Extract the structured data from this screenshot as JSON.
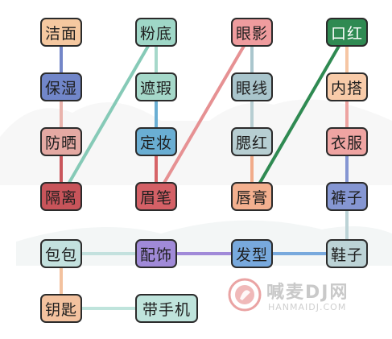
{
  "tiles": [
    {
      "id": "jiemian",
      "label": "洁面",
      "color": "#f5c8a0"
    },
    {
      "id": "baoshi",
      "label": "保湿",
      "color": "#7186c9"
    },
    {
      "id": "fangshai",
      "label": "防晒",
      "color": "#e4a9a3"
    },
    {
      "id": "geli",
      "label": "隔离",
      "color": "#c8545a"
    },
    {
      "id": "fendi",
      "label": "粉底",
      "color": "#9fd7c7"
    },
    {
      "id": "zhexia",
      "label": "遮瑕",
      "color": "#a5d8c9"
    },
    {
      "id": "dingzhuang",
      "label": "定妆",
      "color": "#6aaed3"
    },
    {
      "id": "meibi",
      "label": "眉笔",
      "color": "#d46066"
    },
    {
      "id": "yanying",
      "label": "眼影",
      "color": "#ef9c9e"
    },
    {
      "id": "yanxian",
      "label": "眼线",
      "color": "#a9c5cc"
    },
    {
      "id": "saihong",
      "label": "腮红",
      "color": "#b7ced2"
    },
    {
      "id": "chungao",
      "label": "唇膏",
      "color": "#f3b08f"
    },
    {
      "id": "kouhong",
      "label": "口红",
      "color": "#2f8a52",
      "dark": true
    },
    {
      "id": "neida",
      "label": "内搭",
      "color": "#f8cba9"
    },
    {
      "id": "yifu",
      "label": "衣服",
      "color": "#efa4a2"
    },
    {
      "id": "kuzi",
      "label": "裤子",
      "color": "#8596d2"
    },
    {
      "id": "baobao",
      "label": "包包",
      "color": "#c3e1de"
    },
    {
      "id": "peishi",
      "label": "配饰",
      "color": "#a08ad8"
    },
    {
      "id": "faxing",
      "label": "发型",
      "color": "#78a9dd"
    },
    {
      "id": "xiezi",
      "label": "鞋子",
      "color": "#bcd3d6"
    },
    {
      "id": "yaoshi",
      "label": "钥匙",
      "color": "#f3c29f"
    },
    {
      "id": "daishouji",
      "label": "带手机",
      "color": "#bfe4dc"
    }
  ],
  "links": [
    {
      "from": "jiemian",
      "to": "baoshi",
      "color": "#7386c8"
    },
    {
      "from": "baoshi",
      "to": "fangshai",
      "color": "#e9b3ac"
    },
    {
      "from": "fangshai",
      "to": "geli",
      "color": "#c9565c"
    },
    {
      "from": "geli",
      "to": "fendi",
      "color": "#86cab7"
    },
    {
      "from": "fendi",
      "to": "zhexia",
      "color": "#a6d8ca"
    },
    {
      "from": "zhexia",
      "to": "dingzhuang",
      "color": "#6aaed3"
    },
    {
      "from": "dingzhuang",
      "to": "meibi",
      "color": "#d66468"
    },
    {
      "from": "meibi",
      "to": "yanying",
      "color": "#e69193"
    },
    {
      "from": "yanying",
      "to": "yanxian",
      "color": "#aac6cd"
    },
    {
      "from": "yanxian",
      "to": "saihong",
      "color": "#b7ced2"
    },
    {
      "from": "saihong",
      "to": "chungao",
      "color": "#f1ab8a"
    },
    {
      "from": "chungao",
      "to": "kouhong",
      "color": "#2f8a52"
    },
    {
      "from": "kouhong",
      "to": "neida",
      "color": "#f6c6a4"
    },
    {
      "from": "neida",
      "to": "yifu",
      "color": "#eda3a1"
    },
    {
      "from": "yifu",
      "to": "kuzi",
      "color": "#8596d2"
    },
    {
      "from": "kuzi",
      "to": "xiezi",
      "color": "#bcd3d6"
    },
    {
      "from": "xiezi",
      "to": "faxing",
      "color": "#78a9dd"
    },
    {
      "from": "faxing",
      "to": "peishi",
      "color": "#a08ad8"
    },
    {
      "from": "peishi",
      "to": "baobao",
      "color": "#c3e1de"
    },
    {
      "from": "baobao",
      "to": "yaoshi",
      "color": "#f3c29f"
    },
    {
      "from": "yaoshi",
      "to": "daishouji",
      "color": "#bfe4dc"
    }
  ],
  "watermark": {
    "brand": "喊麦DJ网",
    "url": "HANMAIDJ.COM",
    "color": "#e48080"
  }
}
